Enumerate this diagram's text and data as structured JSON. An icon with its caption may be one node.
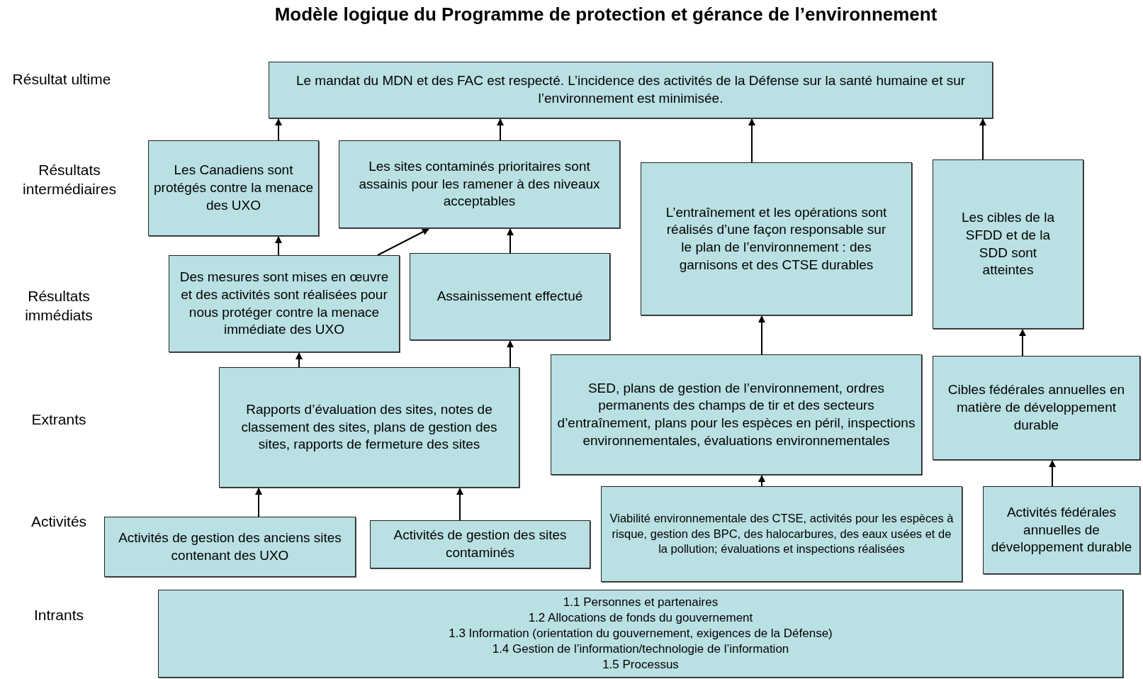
{
  "diagram": {
    "title": "Modèle logique du Programme de protection et gérance de l’environnement",
    "nodes": [
      {
        "text": [
          "Le mandat du MDN et des FAC est respecté. L’incidence des activités de la Défense sur la santé humaine et sur l’environnement est minimisée."
        ]
      },
      {
        "text": [
          "Les Canadiens sont protégés contre la menace des UXO"
        ]
      },
      {
        "text": [
          "Les sites contaminés prioritaires sont assainis pour les ramener à des niveaux acceptables"
        ]
      },
      {
        "text": [
          "L’entraînement et les opérations sont réalisés d’une façon responsable sur le plan de l’environnement : des garnisons et des CTSE durables"
        ]
      },
      {
        "text": [
          "Les cibles de la SFDD et de la SDD sont atteintes"
        ]
      },
      {
        "text": [
          "Des mesures sont mises en œuvre et des activités sont réalisées pour nous protéger contre la menace immédiate des UXO"
        ]
      },
      {
        "text": [
          "Assainissement effectué"
        ]
      },
      {
        "text": [
          "Rapports d’évaluation des sites, notes de classement des sites, plans de gestion des sites, rapports de fermeture des sites"
        ]
      },
      {
        "text": [
          "SED, plans de gestion de l’environnement, ordres permanents des champs de tir et des secteurs d’entraînement, plans pour les espèces en péril, inspections environnementales, évaluations environnementales"
        ]
      },
      {
        "text": [
          "Cibles fédérales annuelles en matière de développement durable"
        ]
      },
      {
        "text": [
          "Activités de gestion des anciens sites contenant des UXO"
        ]
      },
      {
        "text": [
          "Activités de gestion des sites contaminés"
        ]
      },
      {
        "text": [
          "Viabilité environnementale des CTSE, activités pour les espèces à risque, gestion des BPC, des halocarbures, des eaux usées et de la pollution; évaluations et inspections réalisées"
        ]
      },
      {
        "text": [
          "Activités fédérales annuelles de développement durable"
        ]
      },
      {
        "text": [
          "1.1 Personnes et partenaires",
          "1.2 Allocations de fonds du gouvernement",
          "1.3 Information (orientation du gouvernement, exigences de la Défense)",
          "1.4 Gestion de l’information/technologie de l’information",
          "1.5 Processus"
        ]
      }
    ],
    "edges": [
      {
        "from": 1,
        "to": 0,
        "arrow": "to"
      },
      {
        "from": 2,
        "to": 0,
        "arrow": "to"
      },
      {
        "from": 3,
        "to": 0,
        "arrow": "to"
      },
      {
        "from": 4,
        "to": 0,
        "arrow": "to"
      },
      {
        "from": 5,
        "to": 1,
        "arrow": "to"
      },
      {
        "from": 5,
        "to": 2,
        "arrow": "to"
      },
      {
        "from": 6,
        "to": 2,
        "arrow": "to"
      },
      {
        "from": 7,
        "to": 5,
        "arrow": "to"
      },
      {
        "from": 7,
        "to": 6,
        "arrow": "to"
      },
      {
        "from": 8,
        "to": 3,
        "arrow": "to"
      },
      {
        "from": 9,
        "to": 4,
        "arrow": "to"
      },
      {
        "from": 10,
        "to": 7,
        "arrow": "to"
      },
      {
        "from": 11,
        "to": 7,
        "arrow": "to"
      },
      {
        "from": 12,
        "to": 8,
        "arrow": "to"
      },
      {
        "from": 13,
        "to": 9,
        "arrow": "to"
      }
    ],
    "labels": [
      "Résultat ultime",
      "Résultats intermédiaires",
      "Résultats immédiats",
      "Extrants",
      "Activités",
      "Intrants"
    ]
  }
}
